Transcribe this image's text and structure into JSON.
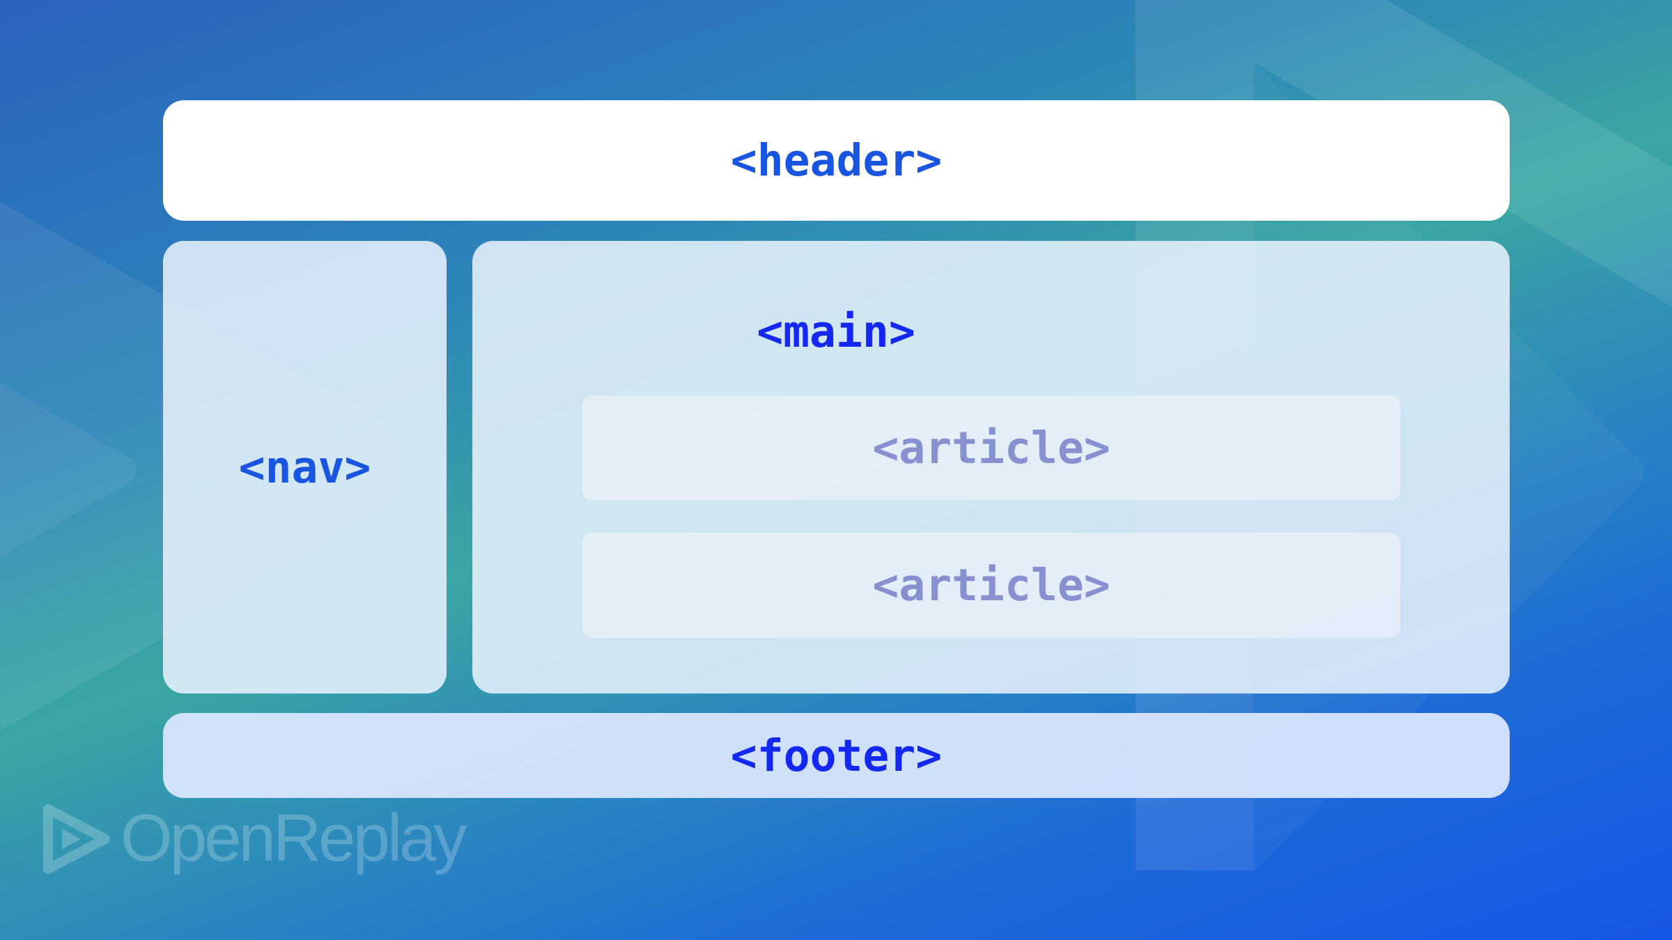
{
  "diagram": {
    "header": "<header>",
    "nav": "<nav>",
    "main": "<main>",
    "articles": [
      "<article>",
      "<article>"
    ],
    "footer": "<footer>"
  },
  "watermark": {
    "text": "OpenReplay",
    "icon": "play-triangle-icon"
  },
  "colors": {
    "header_text": "#1a55e0",
    "main_text": "#1428f0",
    "article_text": "#8890cf",
    "background_top": "#3aa6a2",
    "background_bottom": "#1757e6"
  }
}
